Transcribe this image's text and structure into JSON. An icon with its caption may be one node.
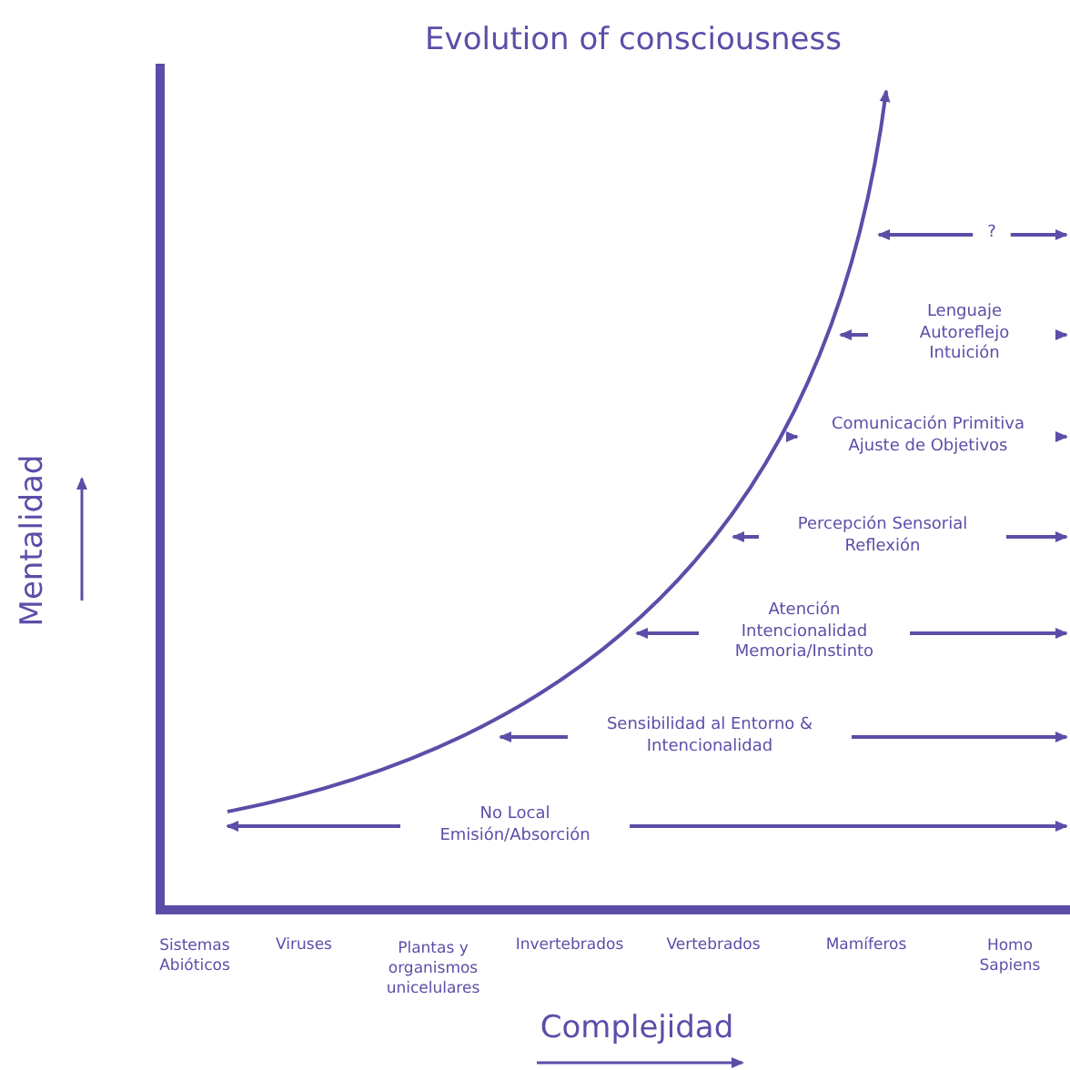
{
  "diagram": {
    "title": "Evolution of consciousness",
    "labels": [
      "?",
      "Lenguaje Autoreflejo Intuición",
      "Comunicación Primitiva Ajuste de Objetivos",
      "Percepción Sensorial Reflexión",
      "Atención Intencionalidad Memoria/Instinto",
      "Sensibilidad al Entorno & Intencionalidad",
      "No Local Emisión/Absorción",
      "Mentalidad",
      "Sistemas Abióticos",
      "Viruses",
      "Plantas y organismos unicelulares",
      "Invertebrados",
      "Vertebrados",
      "Mamíferos",
      "Homo Sapiens",
      "Complejidad"
    ]
  }
}
